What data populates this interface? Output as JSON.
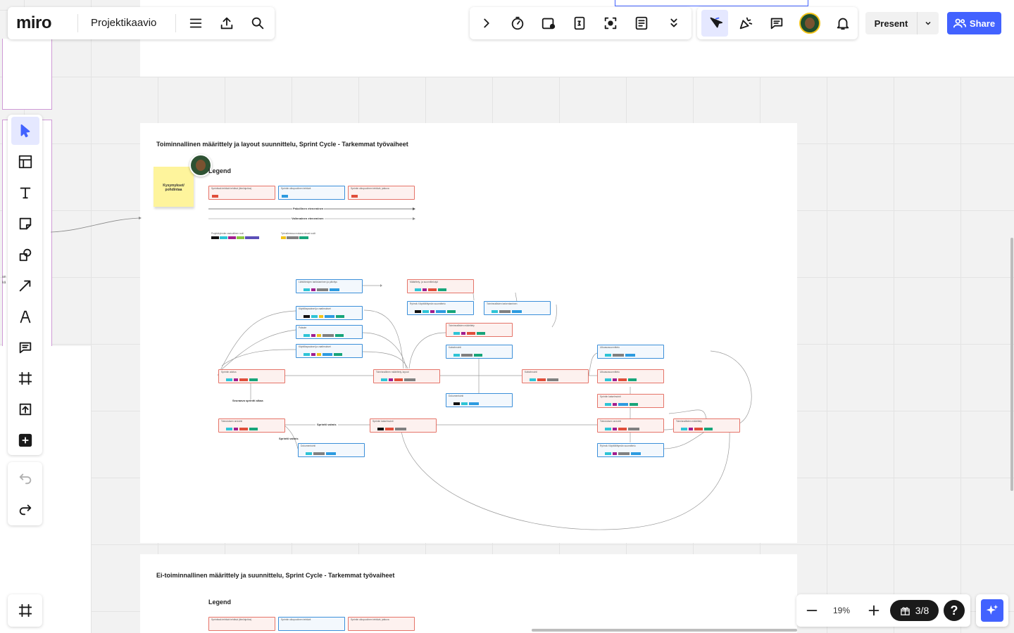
{
  "app": {
    "logo": "miro",
    "board_name": "Projektikaavio"
  },
  "top_left_toolbar": {
    "icons": [
      "menu-icon",
      "export-icon",
      "search-icon"
    ]
  },
  "top_center_toolbar": {
    "icons": [
      "expand-chevron-icon",
      "timer-icon",
      "sticky-add-icon",
      "counter-icon",
      "focus-icon",
      "notes-icon",
      "more-chevron-icon"
    ]
  },
  "top_right_toolbar": {
    "icons": [
      "cursor-follow-icon",
      "reactions-icon",
      "comments-icon",
      "avatar",
      "bell-icon"
    ],
    "present_label": "Present",
    "share_label": "Share"
  },
  "left_toolbar": {
    "tools": [
      "select-tool",
      "templates-tool",
      "text-tool",
      "sticky-note-tool",
      "shapes-tool",
      "connector-tool",
      "pen-tool",
      "comment-tool",
      "frame-tool",
      "upload-tool",
      "more-tools"
    ],
    "undo": "undo-icon",
    "redo": "redo-icon"
  },
  "frame1": {
    "title": "Toiminnallinen määrittely ja layout suunnittelu, Sprint Cycle - Tarkemmat työvaiheet",
    "sticky_text": "Kysymykset/ pohdintaa",
    "legend_title": "Legend",
    "legend_boxes": [
      "Sprintissä tehtävä tehtävä (tiimi/ajoitus)",
      "Sprintin ulkopuolinen tehtävä",
      "Sprintin ulkopuolinen tehtävä, jatkuva"
    ],
    "arrow_labels": [
      "Pakollinen eteneminen",
      "Valinnainen eteneminen"
    ],
    "role_groups": [
      "Projektiryhmän vastuullinen rooli",
      "Työvaiheessa mukana olevat roolit"
    ],
    "flow_labels": [
      "Seuraava sprintti alkaa",
      "Sprintti valmis",
      "Sprintti valmis"
    ],
    "node_texts": [
      "Lähtötietojen tarkistaminen ja päivitys",
      "Määrittely- ja suunnittelutyö",
      "Ryhmä: Käyttöliittymän suunnittelu",
      "Toiminnallisten tarkentaminen",
      "Käyttötapaukset ja vaatimukset",
      "Toiminnallisten määrittely",
      "Palaute",
      "Sprintin aloitus",
      "Toiminnallinen määrittely, layout",
      "Katselmointi",
      "Ulkoasusuunnittelu",
      "Sprintin katselmointi",
      "Toteutuksen arviointi",
      "Dokumentointi"
    ]
  },
  "frame2": {
    "title": "Ei-toiminnallinen määrittely ja suunnittelu, Sprint Cycle - Tarkemmat työvaiheet",
    "legend_title": "Legend"
  },
  "bottom_bar": {
    "zoom_level": "19%",
    "frame_counter": "3/8"
  },
  "colors": {
    "accent": "#4262ff",
    "red_box": "#e57368",
    "blue_box": "#3b8fd9",
    "sticky": "#fef49c",
    "frame_border": "#b35cc4"
  }
}
